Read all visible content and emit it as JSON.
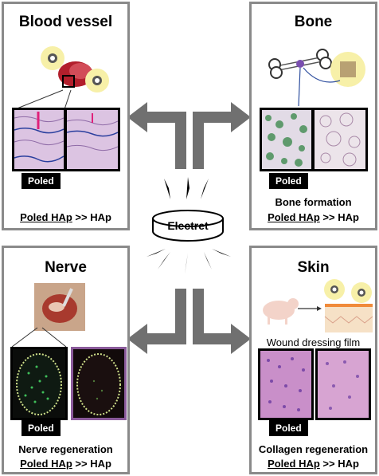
{
  "center": {
    "label": "Electret"
  },
  "panels": {
    "blood_vessel": {
      "title": "Blood vessel",
      "badge": "Poled",
      "caption_line2": [
        "Poled HAp",
        " >> HAp"
      ]
    },
    "bone": {
      "title": "Bone",
      "badge": "Poled",
      "caption_line1": "Bone formation",
      "caption_line2": [
        "Poled HAp",
        " >> HAp"
      ]
    },
    "nerve": {
      "title": "Nerve",
      "badge": "Poled",
      "caption_line1": "Nerve regeneration",
      "caption_line2": [
        "Poled HAp",
        " >> HAp"
      ]
    },
    "skin": {
      "title": "Skin",
      "badge": "Poled",
      "subcaption": "Wound dressing film",
      "caption_line1": "Collagen regeneration",
      "caption_line2": [
        "Poled HAp",
        " >> HAp"
      ]
    }
  },
  "colors": {
    "border": "#8a8a8a",
    "arrow": "#707070",
    "tissue_pink": "#d9a9cf",
    "stain_green": "#5f9a6d",
    "purple_frame": "#8a5a9a"
  }
}
